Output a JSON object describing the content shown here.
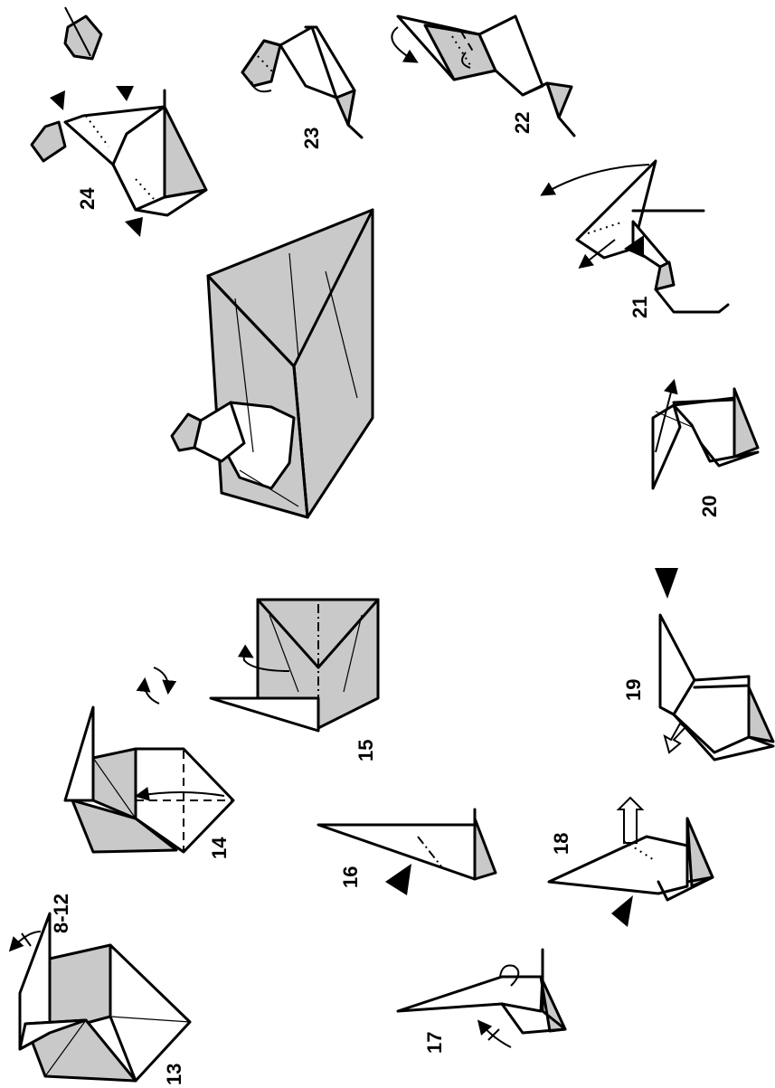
{
  "colors": {
    "paper_white": "#ffffff",
    "paper_gray": "#c9c9c9",
    "line": "#000000"
  },
  "steps": {
    "s13": "13",
    "s13_note": "8-12",
    "s14": "14",
    "s15": "15",
    "s16": "16",
    "s17": "17",
    "s18": "18",
    "s19": "19",
    "s20": "20",
    "s21": "21",
    "s22": "22",
    "s23": "23",
    "s24": "24"
  }
}
